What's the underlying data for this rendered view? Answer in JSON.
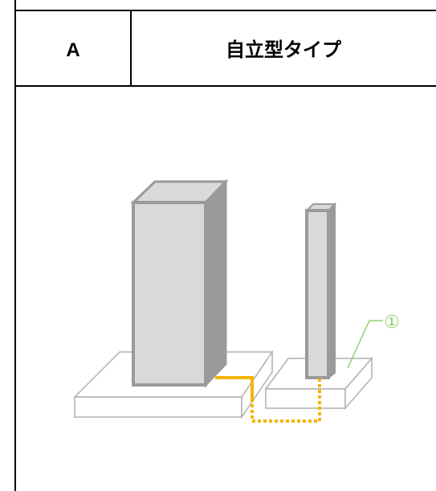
{
  "header": {
    "code": "A",
    "title": "自立型タイプ"
  },
  "diagram": {
    "callout": {
      "label": "①",
      "color": "#8fd16a"
    },
    "colors": {
      "column_face": "#d9d9d9",
      "column_edge": "#9a9a9a",
      "base_stroke": "#b0b0b0",
      "connector": "#f5b400"
    },
    "connector_style": {
      "above_ground": "solid",
      "below_ground": "dotted"
    }
  }
}
